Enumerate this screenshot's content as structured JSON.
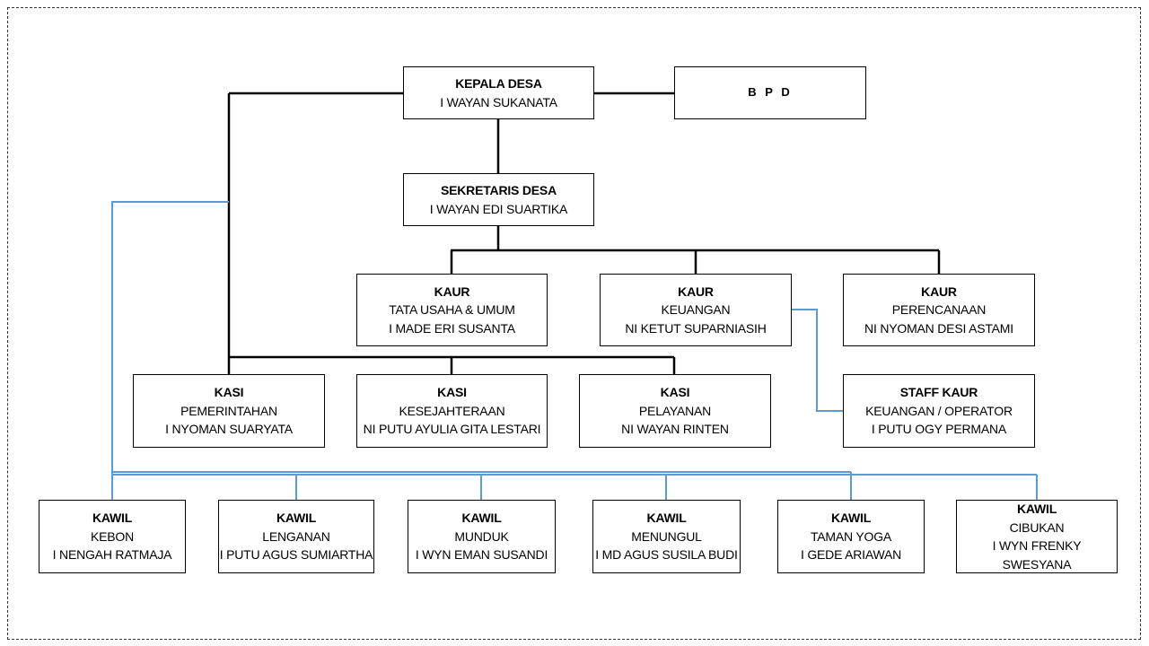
{
  "nodes": {
    "kepala": {
      "title": "KEPALA DESA",
      "lines": [
        "I WAYAN  SUKANATA"
      ]
    },
    "bpd": {
      "title": "B P D",
      "lines": []
    },
    "sekretaris": {
      "title": "SEKRETARIS DESA",
      "lines": [
        "I WAYAN  EDI SUARTIKA"
      ]
    },
    "kaur_tu": {
      "title": "KAUR",
      "lines": [
        "TATA USAHA & UMUM",
        "I MADE ERI SUSANTA"
      ]
    },
    "kaur_keu": {
      "title": "KAUR",
      "lines": [
        "KEUANGAN",
        "NI KETUT SUPARNIASIH"
      ]
    },
    "kaur_per": {
      "title": "KAUR",
      "lines": [
        "PERENCANAAN",
        "NI NYOMAN DESI ASTAMI"
      ]
    },
    "kasi_pem": {
      "title": "KASI",
      "lines": [
        "PEMERINTAHAN",
        "I NYOMAN SUARYATA"
      ]
    },
    "kasi_kes": {
      "title": "KASI",
      "lines": [
        "KESEJAHTERAAN",
        "NI PUTU AYULIA  GITA LESTARI"
      ]
    },
    "kasi_pel": {
      "title": "KASI",
      "lines": [
        "PELAYANAN",
        "NI WAYAN  RINTEN"
      ]
    },
    "staff": {
      "title": "STAFF KAUR",
      "lines": [
        "KEUANGAN / OPERATOR",
        "I PUTU OGY PERMANA"
      ]
    },
    "kawil_1": {
      "title": "KAWIL",
      "lines": [
        "KEBON",
        "I NENGAH RATMAJA"
      ]
    },
    "kawil_2": {
      "title": "KAWIL",
      "lines": [
        "LENGANAN",
        "I PUTU AGUS SUMIARTHA"
      ]
    },
    "kawil_3": {
      "title": "KAWIL",
      "lines": [
        "MUNDUK",
        "I  WYN EMAN SUSANDI"
      ]
    },
    "kawil_4": {
      "title": "KAWIL",
      "lines": [
        "MENUNGUL",
        "I MD AGUS SUSILA BUDI"
      ]
    },
    "kawil_5": {
      "title": "KAWIL",
      "lines": [
        "TAMAN YOGA",
        "I GEDE ARIAWAN"
      ]
    },
    "kawil_6": {
      "title": "KAWIL",
      "lines": [
        "CIBUKAN",
        "I WYN FRENKY SWESYANA"
      ]
    }
  },
  "colors": {
    "primary_line": "#000000",
    "secondary_line": "#5b9bd5"
  }
}
